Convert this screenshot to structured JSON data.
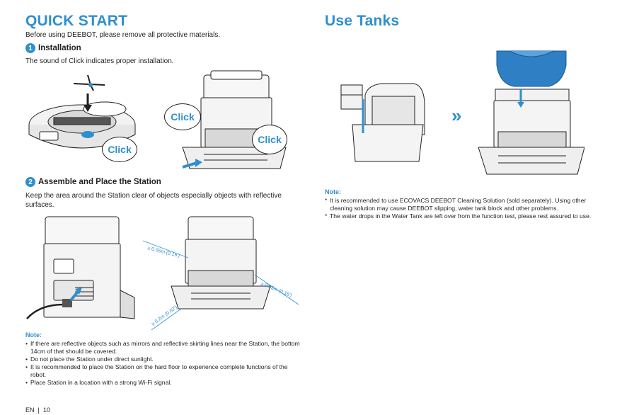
{
  "left": {
    "title": "QUICK START",
    "intro": "Before using DEEBOT, please remove all protective materials.",
    "step1": {
      "num": "1",
      "title": "Installation",
      "text": "The sound of Click indicates proper installation."
    },
    "clicks": [
      "Click",
      "Click",
      "Click"
    ],
    "step2": {
      "num": "2",
      "title": "Assemble and Place the Station",
      "text": "Keep the area around the Station clear of objects especially objects with reflective surfaces."
    },
    "dims": [
      "≥ 0.05m (0.16')",
      "≥ 0.05m (0.16')",
      "≥ 0.2m (0.62')"
    ],
    "note_title": "Note:",
    "notes": [
      "If there are reflective objects such as mirrors and reflective skirting lines near the Station, the bottom 14cm of that should be covered.",
      "Do not place the Station under direct sunlight.",
      "It is recommended to place the Station on the hard floor to experience complete functions of the robot.",
      "Place Station in a location with a strong Wi-Fi signal."
    ]
  },
  "right": {
    "title": "Use Tanks",
    "arrow": "»",
    "note_title": "Note:",
    "notes": [
      "It is recommended to use ECOVACS DEEBOT Cleaning Solution (sold separately). Using other cleaning solution may cause DEEBOT slipping, water tank block and other problems.",
      "The water drops in the Water Tank are left over from the function test, please rest assured to use."
    ]
  },
  "footer": {
    "lang": "EN",
    "page": "10"
  },
  "colors": {
    "accent": "#2f8fce",
    "tank_blue": "#2f7fc4"
  }
}
